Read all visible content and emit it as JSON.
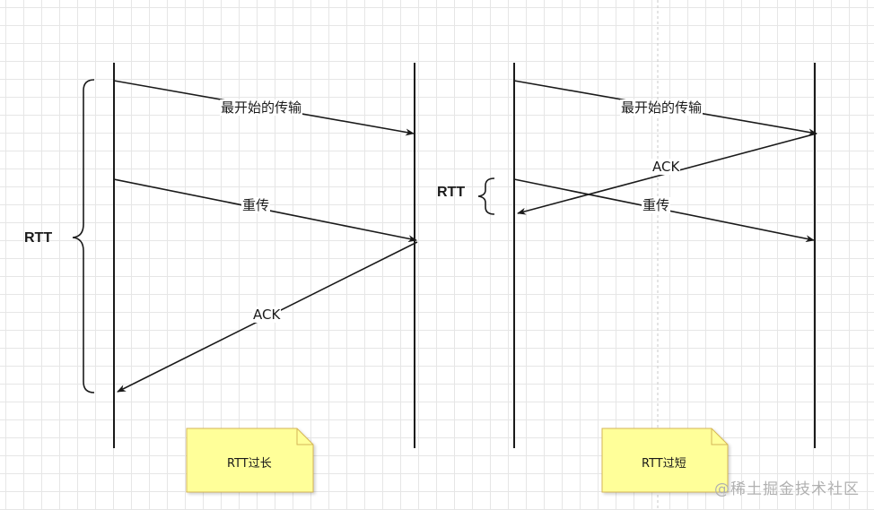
{
  "left_diagram": {
    "rtt_label": "RTT",
    "messages": [
      {
        "label": "最开始的传输"
      },
      {
        "label": "重传"
      },
      {
        "label": "ACK"
      }
    ],
    "note": "RTT过长"
  },
  "right_diagram": {
    "rtt_label": "RTT",
    "messages": [
      {
        "label": "最开始的传输"
      },
      {
        "label": "ACK"
      },
      {
        "label": "重传"
      }
    ],
    "note": "RTT过短"
  },
  "watermark": "@稀土掘金技术社区",
  "colors": {
    "line": "#1a1a1a",
    "note_fill": "#ffff99",
    "note_border": "#d6b656",
    "grid": "#e6e6e6",
    "dashed_guide": "#c8c8c8"
  }
}
